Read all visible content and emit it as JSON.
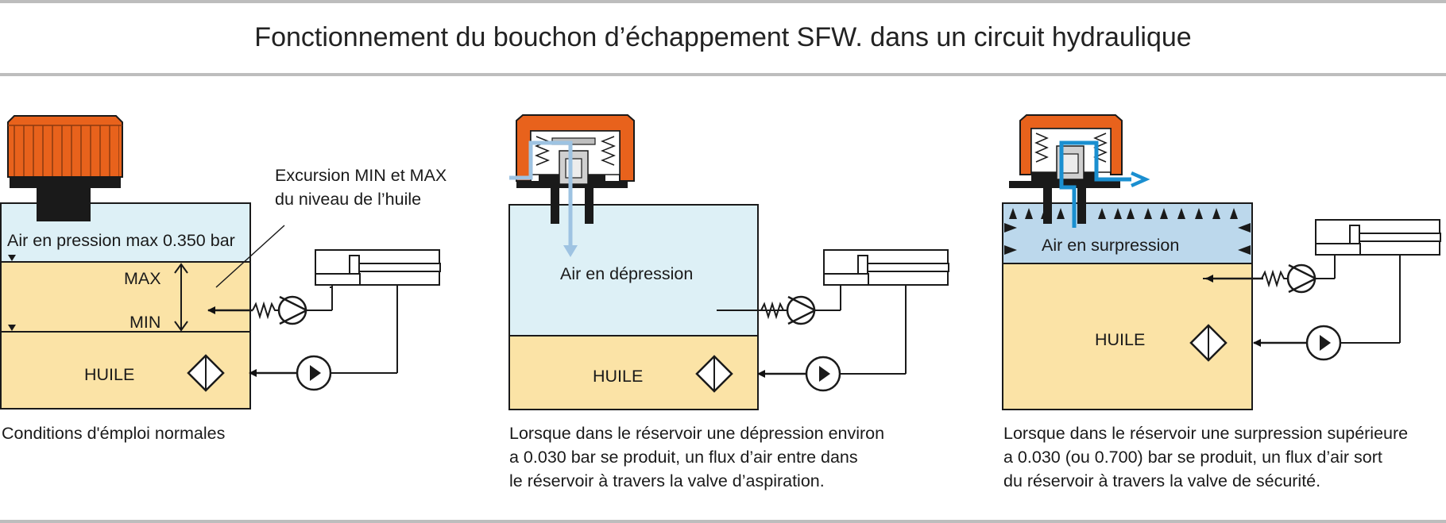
{
  "title": "Fonctionnement du bouchon d’échappement SFW. dans un circuit hydraulique",
  "colors": {
    "cap_orange": "#e8621c",
    "air_light": "#ddf0f6",
    "air_pressurized": "#bcd8ec",
    "oil": "#fbe3a6",
    "arrow_light_blue": "#9ec3e2",
    "arrow_blue": "#1a8fd0",
    "rule_gray": "#bdbdbd"
  },
  "panels": [
    {
      "id": "normal",
      "labels": {
        "air": "Air en pression max 0.350 bar",
        "max": "MAX",
        "min": "MIN",
        "oil": "HUILE",
        "callout_line1": "Excursion MIN et MAX",
        "callout_line2": "du niveau de l’huile"
      },
      "caption": [
        "Conditions d'émploi normales"
      ]
    },
    {
      "id": "depression",
      "labels": {
        "air": "Air en dépression",
        "oil": "HUILE"
      },
      "caption": [
        "Lorsque dans le réservoir une dépression environ",
        "a 0.030 bar se produit, un flux d’air entre dans",
        "le réservoir à travers la valve d’aspiration."
      ]
    },
    {
      "id": "surpression",
      "labels": {
        "air": "Air en surpression",
        "oil": "HUILE"
      },
      "caption": [
        "Lorsque dans le réservoir une surpression supérieure",
        "a 0.030 (ou 0.700)  bar se produit, un flux d’air sort",
        "du réservoir à travers la valve de sécurité."
      ]
    }
  ]
}
